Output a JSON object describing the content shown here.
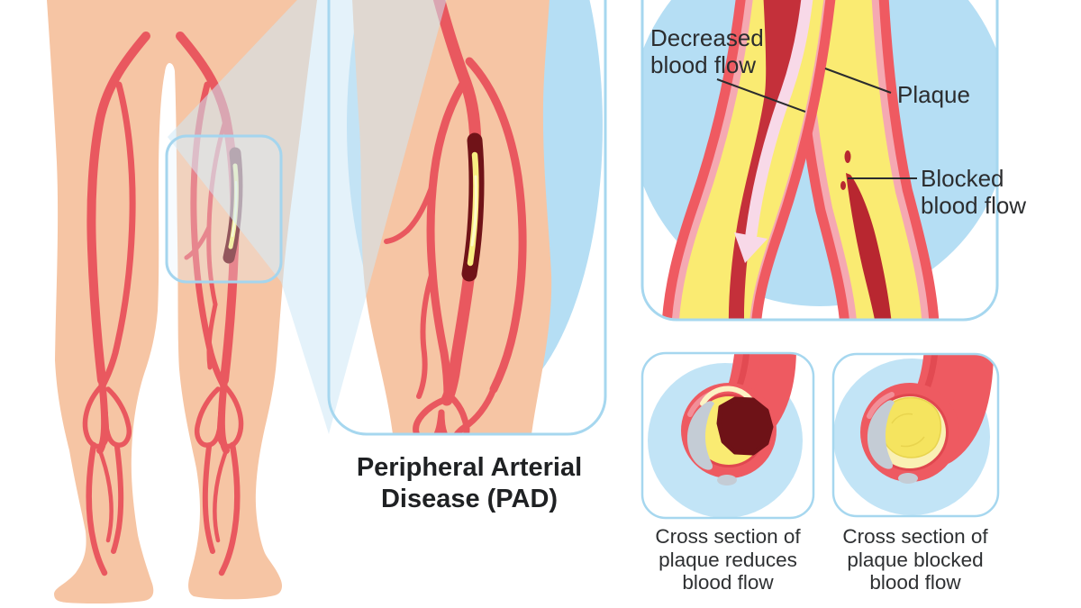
{
  "title": {
    "line1": "Peripheral Arterial",
    "line2": "Disease (PAD)"
  },
  "artery_diagram": {
    "labels": {
      "decreased": [
        "Decreased",
        "blood flow"
      ],
      "plaque": "Plaque",
      "blocked": [
        "Blocked",
        "blood flow"
      ]
    }
  },
  "cross_sections": [
    {
      "caption": [
        "Cross section of",
        "plaque reduces",
        "blood flow"
      ]
    },
    {
      "caption": [
        "Cross section of",
        "plaque blocked",
        "blood flow"
      ]
    }
  ],
  "icons": {
    "flow_arrow": "blood-flow-direction-arrow"
  },
  "colors": {
    "skin": "#F6C5A4",
    "artery_red": "#E9585F",
    "artery_wall_red": "#EF5A61",
    "lining_pink": "#F5A9B2",
    "plaque_yellow": "#FAEB72",
    "plaque_bright_yellow": "#F5E45F",
    "blood_dark_red": "#C4303A",
    "blockage_maroon": "#701318",
    "flow_arrow_pink": "#F8D9E8",
    "highlight_blue": "#B5DEF4",
    "panel_border_blue": "#A6D7EF",
    "deposit_gray": "#C4CCD5",
    "text": "#2B2D2F"
  }
}
